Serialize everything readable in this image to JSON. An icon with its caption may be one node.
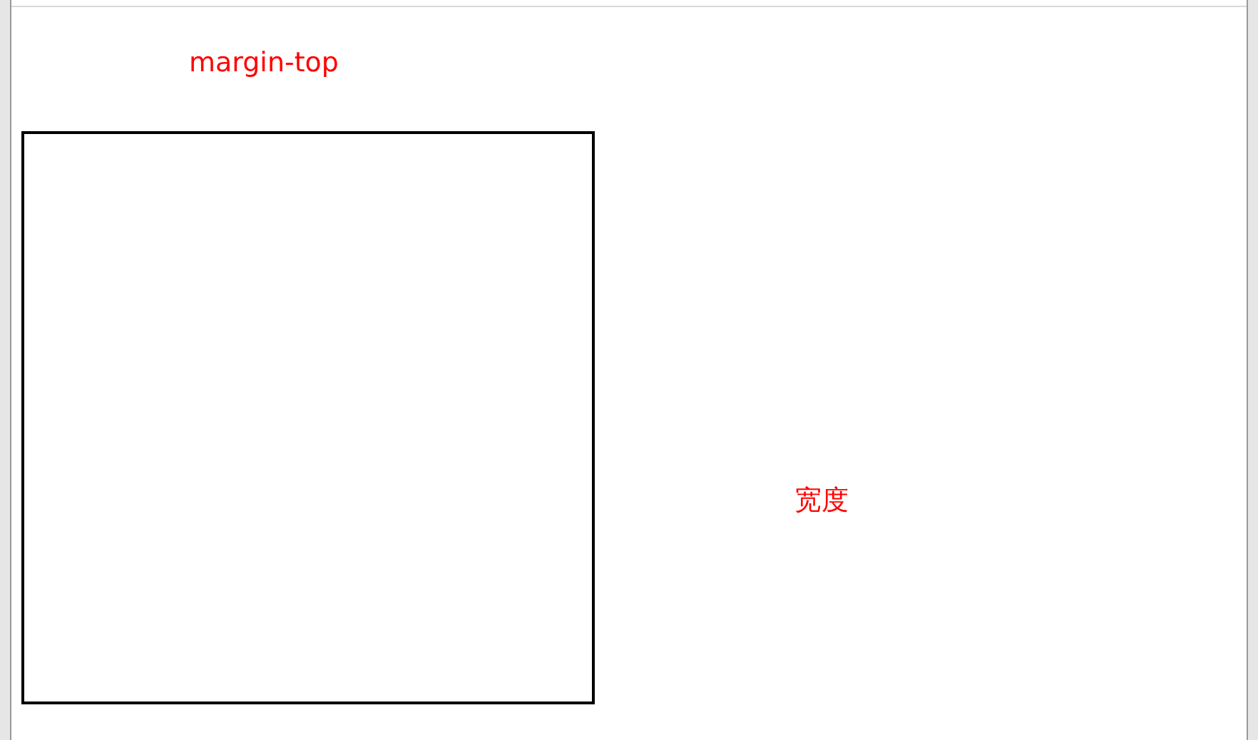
{
  "diagram": {
    "nodes": [
      {
        "text": [],
        "shape": "box"
      }
    ],
    "labels": [
      "margin-top",
      "宽度"
    ]
  }
}
